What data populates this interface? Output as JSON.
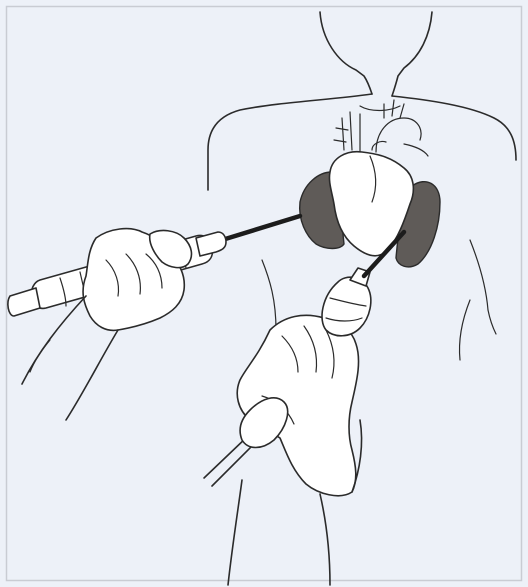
{
  "figure": {
    "colors": {
      "background": "#edf1f8",
      "frame": "#c9ccd3",
      "line": "#2b2b2b",
      "effusion": "#5f5b58",
      "needle": "#1c1c1c"
    },
    "depicted_parts": [
      "torso-outline",
      "heart",
      "great-vessels",
      "pleural-effusion-left",
      "pleural-effusion-right",
      "syringe",
      "syringe-needle",
      "ultrasound-probe",
      "probe-cable",
      "right-hand",
      "left-hand"
    ]
  }
}
